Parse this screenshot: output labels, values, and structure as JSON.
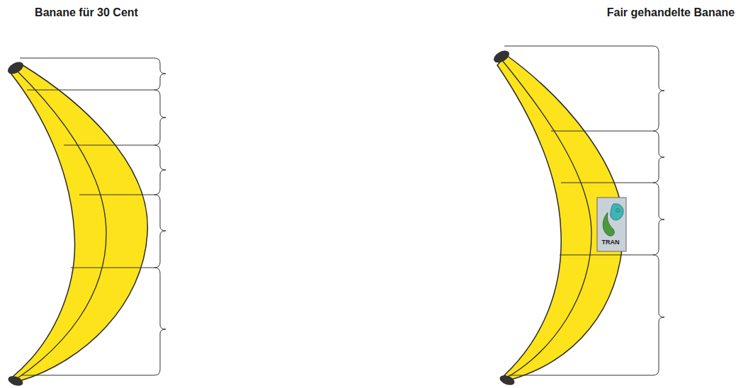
{
  "diagram": {
    "labels": [
      "Banane für 30 Cent",
      "Fair gehandelte Banane",
      "TRAN"
    ]
  }
}
